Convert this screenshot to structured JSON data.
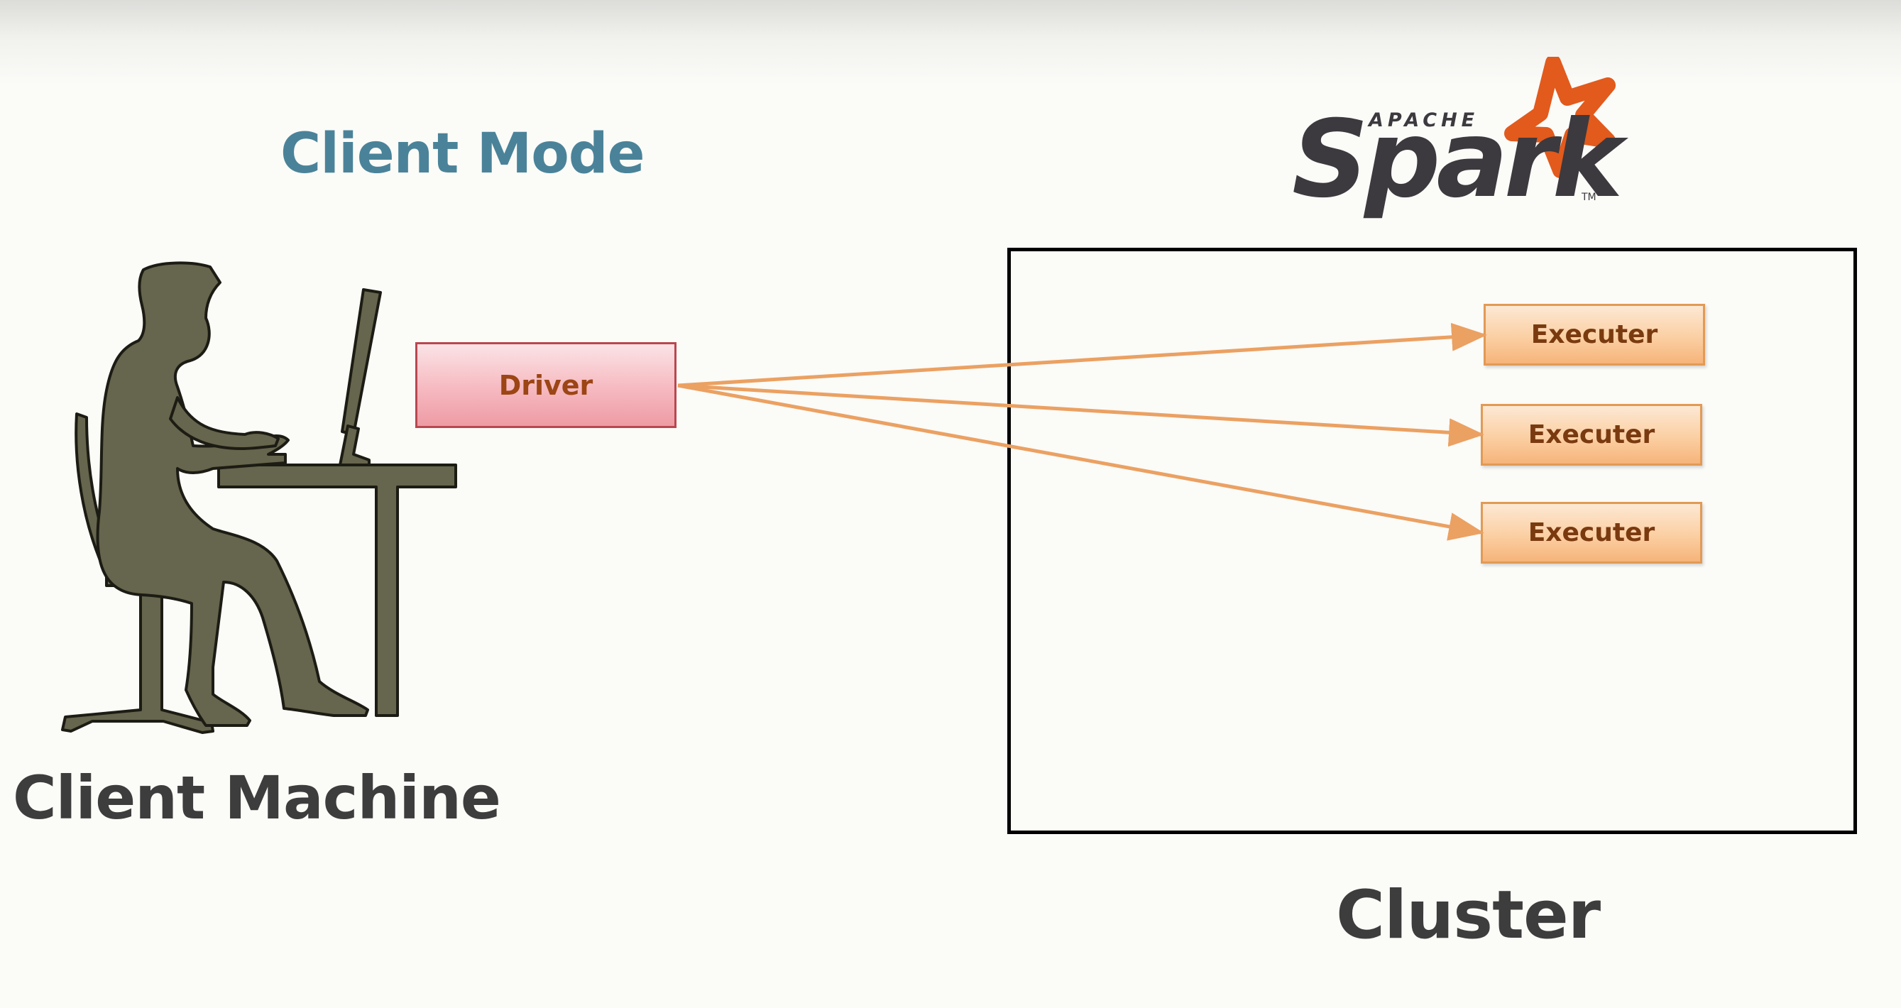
{
  "heading": "Client Mode",
  "client_label": "Client Machine",
  "cluster_label": "Cluster",
  "driver_label": "Driver",
  "executors": [
    {
      "label": "Executer"
    },
    {
      "label": "Executer"
    },
    {
      "label": "Executer"
    }
  ],
  "logo": {
    "apache": "APACHE",
    "spark": "Spark",
    "tm": "TM"
  },
  "colors": {
    "heading": "#4a8399",
    "arrow": "#eba162",
    "silhouette": "#66654d",
    "spark_star": "#e25a1c",
    "spark_text": "#3c3a3e"
  },
  "icons": {
    "person": "person-at-computer-icon",
    "star": "spark-star-icon"
  }
}
